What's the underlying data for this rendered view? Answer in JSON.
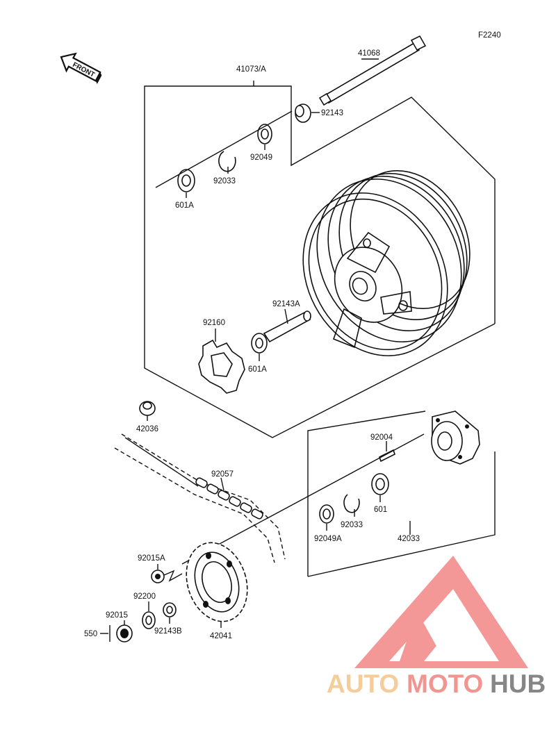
{
  "diagram_code": "F2240",
  "front_label": "FRONT",
  "parts": {
    "p41068": "41068",
    "p41073A": "41073/A",
    "p92143": "92143",
    "p92049": "92049",
    "p92033_top": "92033",
    "p601A_top": "601A",
    "p92143A": "92143A",
    "p92160": "92160",
    "p601A_mid": "601A",
    "p42036": "42036",
    "p92004": "92004",
    "p92057": "92057",
    "p601": "601",
    "p92033_bot": "92033",
    "p92049A": "92049A",
    "p42033": "42033",
    "p92015A": "92015A",
    "p92200": "92200",
    "p92015": "92015",
    "p92143B": "92143B",
    "p42041": "42041",
    "p550": "550"
  },
  "watermark": {
    "part1": "AUTO",
    "part2": "MOTO",
    "part3": "HUB",
    "color_auto": "#f5c890",
    "color_moto": "#f08a86",
    "color_hub": "#7a7a7a",
    "triangle_color": "#f28c8c"
  }
}
